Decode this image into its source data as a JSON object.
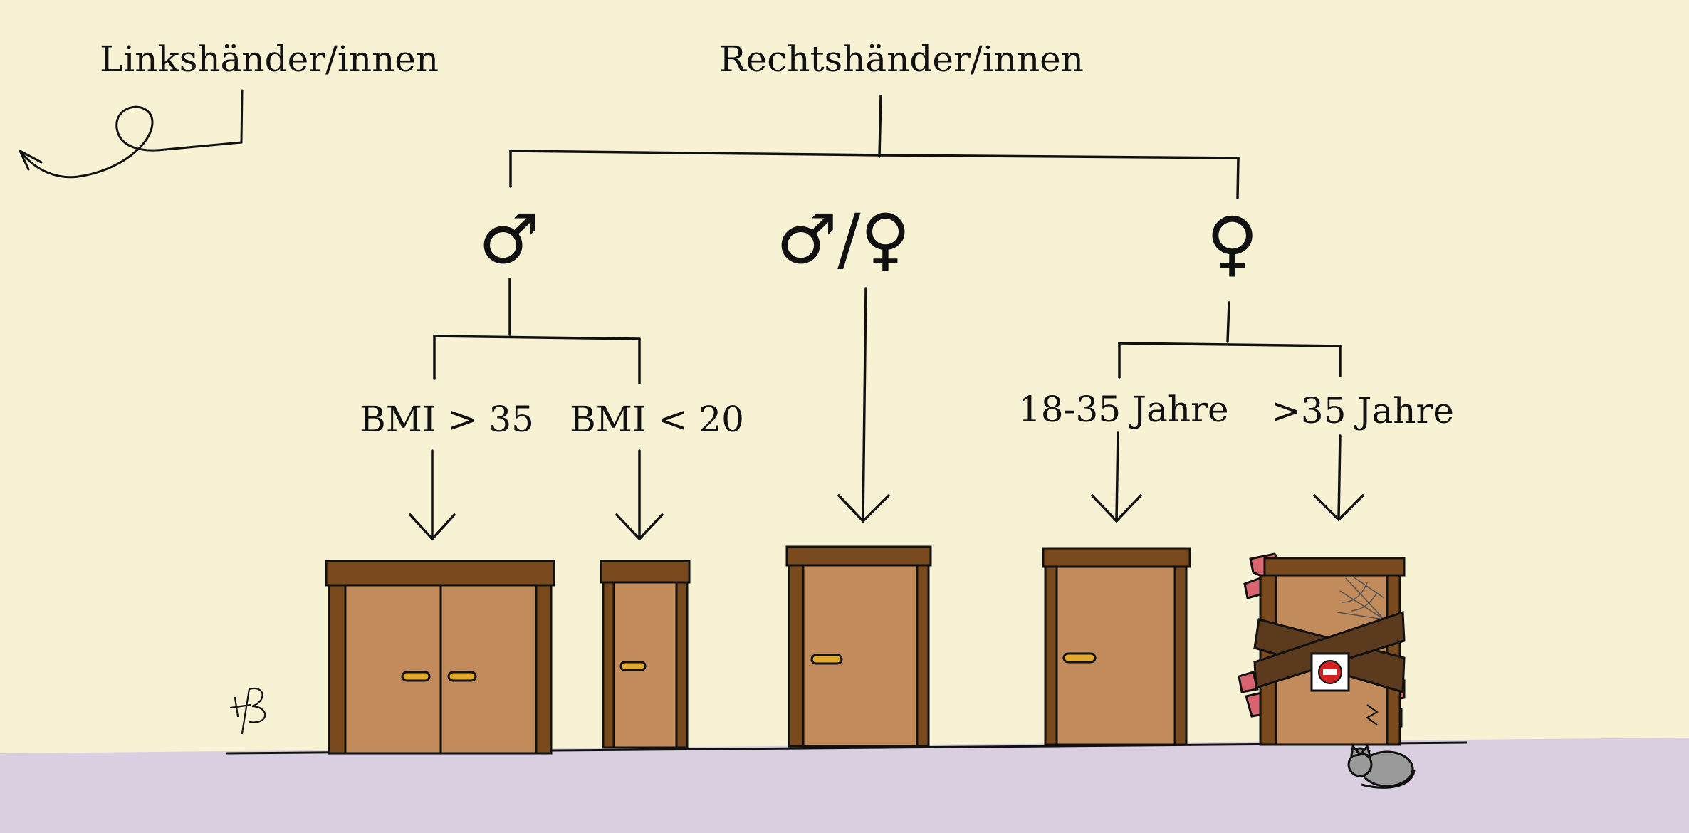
{
  "diagram": {
    "left_label": "Linkshänder/innen",
    "root_label": "Rechtshänder/innen",
    "branches": {
      "male": {
        "symbol": "♂",
        "name": "male-symbol"
      },
      "both": {
        "symbol": "♂/♀",
        "name": "male-female-symbol"
      },
      "female": {
        "symbol": "♀",
        "name": "female-symbol"
      }
    },
    "leaves": {
      "bmi_high": "BMI > 35",
      "bmi_low": "BMI < 20",
      "age_young": "18-35 Jahre",
      "age_old": ">35 Jahre"
    },
    "signature": "HB"
  },
  "colors": {
    "background": "#f8f2d4",
    "floor": "#d9cfe0",
    "door": "#c28b5b",
    "door_frame": "#7a4a1f",
    "handle": "#e2a92a",
    "boards": "#5c3a1e",
    "brick": "#d9646f",
    "no_entry": "#d32222",
    "cat": "#9a9a9a"
  },
  "icons": [
    "double-door-icon",
    "narrow-door-icon",
    "door-icon",
    "boarded-door-icon",
    "cobweb-icon",
    "no-entry-sign-icon",
    "sleeping-cat-icon",
    "curl-arrow-icon"
  ]
}
